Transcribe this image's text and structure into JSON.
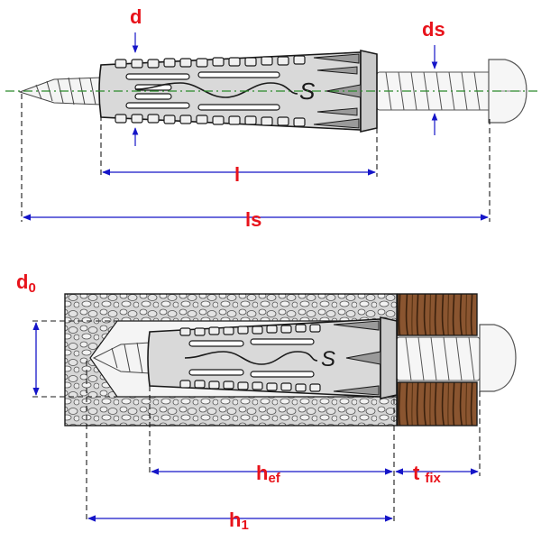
{
  "labels": {
    "d": "d",
    "ds": "ds",
    "l": "l",
    "ls": "ls",
    "d0": "d",
    "d0_sub": "0",
    "hef": "h",
    "hef_sub": "ef",
    "tfix": "t",
    "tfix_sub": "fix",
    "h1": "h",
    "h1_sub": "1",
    "logo_mark": "S"
  },
  "colors": {
    "label": "#e8131b",
    "dimension": "#1515c8",
    "centerline": "#2a8a2a",
    "dowel_fill": "#d9d9d9",
    "outline": "#1a1a1a",
    "wood": "#7a4a24",
    "masonry": "#cfcfcf"
  }
}
